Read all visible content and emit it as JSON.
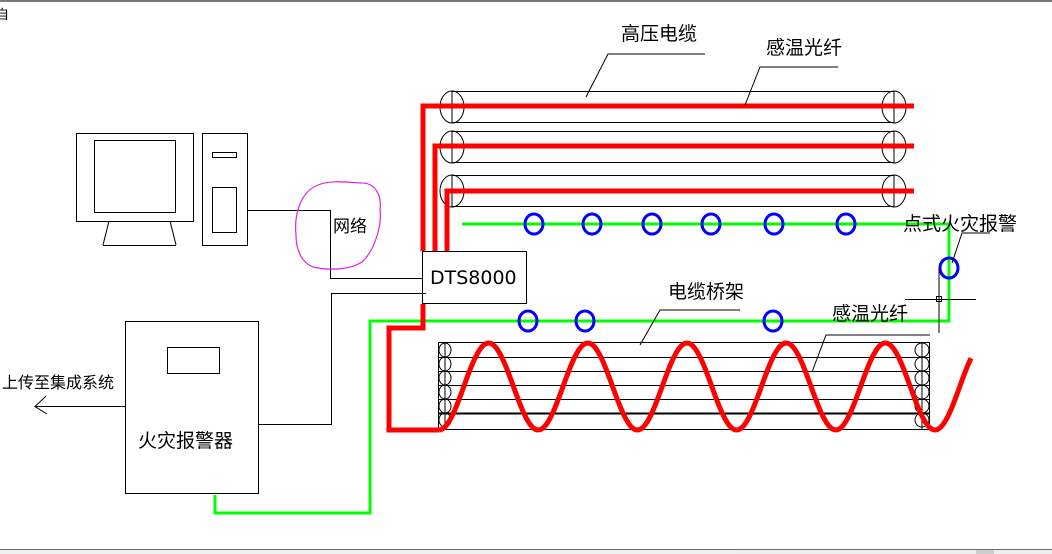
{
  "window": {
    "corner_glyph": "自"
  },
  "labels": {
    "high_voltage_cable": "高压电缆",
    "temp_fiber_top": "感温光纤",
    "point_fire_alarm": "点式火灾报警",
    "network": "网络",
    "dts_device": "DTS8000",
    "cable_tray": "电缆桥架",
    "temp_fiber_bottom": "感温光纤",
    "upload_to_system": "上传至集成系统",
    "fire_alarm_controller": "火灾报警器"
  },
  "colors": {
    "fiber_red": "#ff0000",
    "alarm_line_green": "#00ff00",
    "detector_blue": "#0000ff",
    "network_cloud_magenta": "#e020e0",
    "outline_black": "#000000"
  },
  "components": {
    "high_voltage_cable_count": 3,
    "top_detector_count": 6,
    "side_detector_count": 1,
    "bottom_detector_count": 3,
    "cable_tray_layer_count": 6,
    "sine_fiber_peaks": 5
  }
}
